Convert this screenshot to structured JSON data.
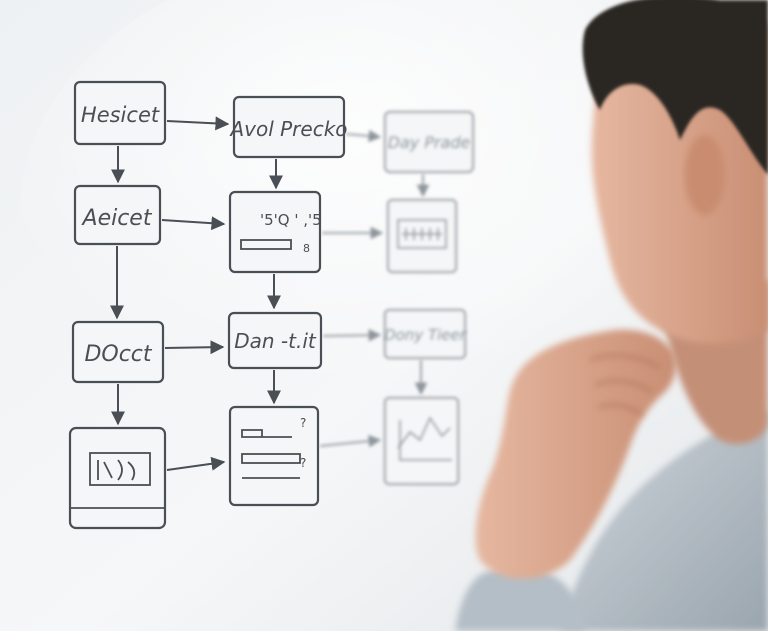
{
  "scene": {
    "description_tag": "whiteboard-flowchart-photo"
  },
  "whiteboard": {
    "boxes": {
      "r1c1": "Hesicet",
      "r1c2": "Avol Precko",
      "r1c3": "Day Prade",
      "r2c1": "Aeicet",
      "r2c2_top": "'5'Q ' ,'5",
      "r2c2_side": "8",
      "r3c1": "DOcct",
      "r3c2": "Dan -t.it",
      "r3c3": "Dony Tieer",
      "r4c2_mark_a": "?",
      "r4c2_mark_b": "?"
    }
  },
  "colors": {
    "ink": "#4a4f55",
    "ink_light": "#8e959b",
    "board": "#f1f3f4",
    "skin": "#d9a58c",
    "hair": "#2a2522",
    "shirt": "#b9c2ca"
  }
}
